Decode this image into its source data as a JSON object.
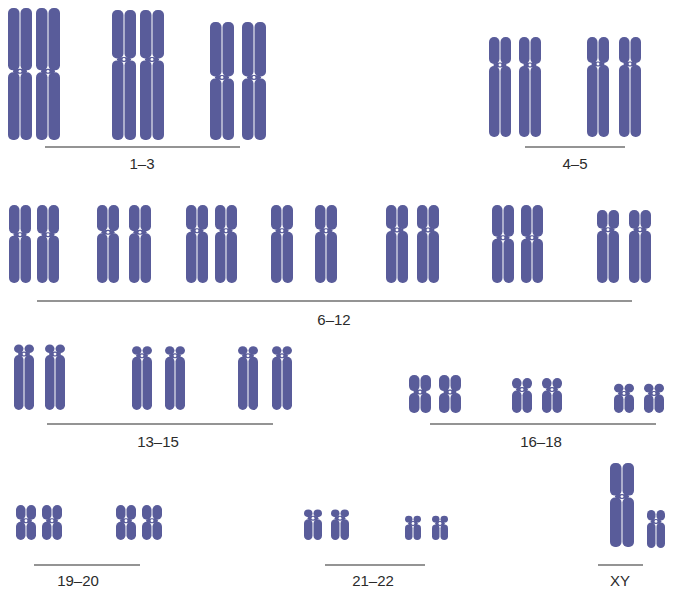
{
  "diagram": {
    "labels": [
      "1–3",
      "4–5",
      "6–12",
      "13–15",
      "16–18",
      "19–20",
      "21–22",
      "XY"
    ]
  }
}
